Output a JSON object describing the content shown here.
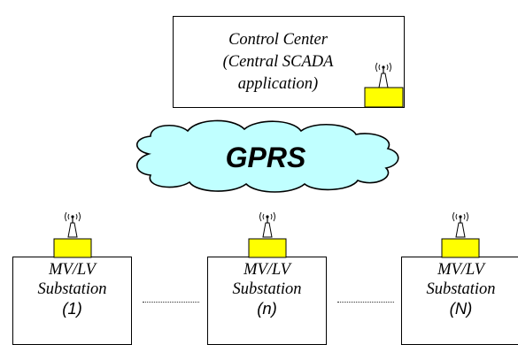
{
  "control_center": {
    "lines": [
      "Control Center",
      "(Central SCADA",
      "application)"
    ]
  },
  "network": {
    "label": "GPRS"
  },
  "substations": [
    {
      "line1": "MV/LV",
      "line2": "Substation",
      "index": "(1)"
    },
    {
      "line1": "MV/LV",
      "line2": "Substation",
      "index": "(n)"
    },
    {
      "line1": "MV/LV",
      "line2": "Substation",
      "index": "(N)"
    }
  ],
  "colors": {
    "modem": "#ffff00",
    "cloud": "#c0ffff",
    "outline": "#000000"
  },
  "icons": {
    "antenna": "antenna-icon",
    "modem": "modem-box"
  }
}
